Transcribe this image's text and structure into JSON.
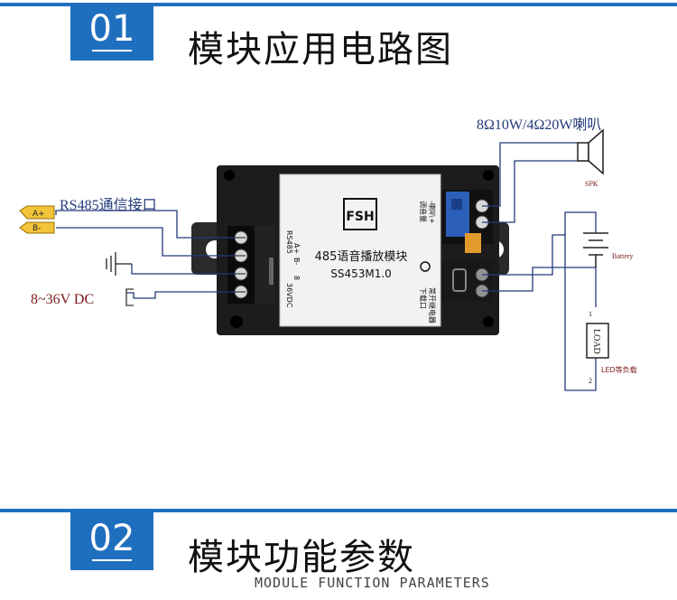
{
  "section1": {
    "number": "01",
    "title": "模块应用电路图"
  },
  "section2": {
    "number": "02",
    "title": "模块功能参数",
    "subtitle": "MODULE FUNCTION PARAMETERS"
  },
  "diagram": {
    "speaker_label": "8Ω10W/4Ω20W喇叭",
    "spk": "SPK",
    "rs485_label": "RS485通信接口",
    "a_plus": "A+",
    "b_minus": "B-",
    "dc_label": "8~36V DC",
    "battery": "Battery",
    "load": "LOAD",
    "load_note": "LED等负载",
    "pin1": "1",
    "pin2": "2",
    "module_name": "485语音播放模块",
    "module_model": "SS453M1.0",
    "logo": "FSH",
    "left_term_labels": [
      "A+",
      "B-",
      "8",
      "36VDC"
    ],
    "left_term_header": "RS485",
    "right_term_top": [
      "调音量",
      "-喇叭+"
    ],
    "right_term_bottom": [
      "下载口",
      "常开继电器"
    ]
  }
}
